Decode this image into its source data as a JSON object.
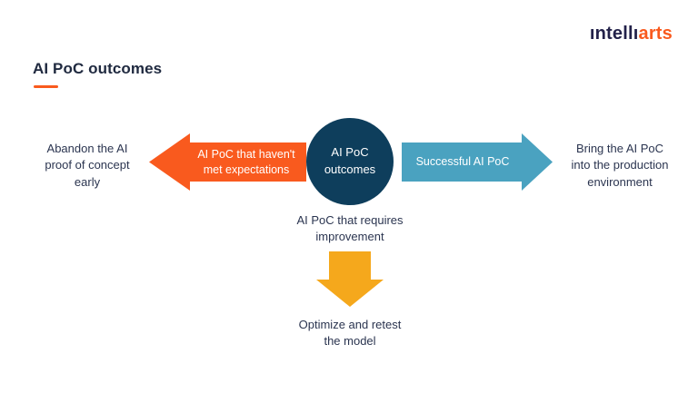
{
  "brand": {
    "logo_primary": "ıntellı",
    "logo_accent": "arts"
  },
  "header": {
    "title": "AI PoC outcomes"
  },
  "diagram": {
    "center_node": {
      "label": "AI PoC\noutcomes",
      "color": "#0E3E5C"
    },
    "left_arrow": {
      "direction": "left",
      "label": "AI PoC that haven't\nmet expectations",
      "color": "#F95A1E"
    },
    "right_arrow": {
      "direction": "right",
      "label": "Successful AI PoC",
      "color": "#4AA2C0"
    },
    "down_arrow": {
      "direction": "down",
      "color": "#F5A81C"
    },
    "left_outcome": "Abandon the AI\nproof of concept\nearly",
    "right_outcome": "Bring the AI PoC\ninto the production\nenvironment",
    "bottom_branch_label": "AI PoC that requires\nimprovement",
    "bottom_outcome": "Optimize and retest\nthe model"
  },
  "colors": {
    "accent_orange": "#F95A1E",
    "teal": "#4AA2C0",
    "navy": "#0E3E5C",
    "amber": "#F5A81C",
    "text_dark": "#2B3550",
    "background": "#FFFFFF"
  }
}
